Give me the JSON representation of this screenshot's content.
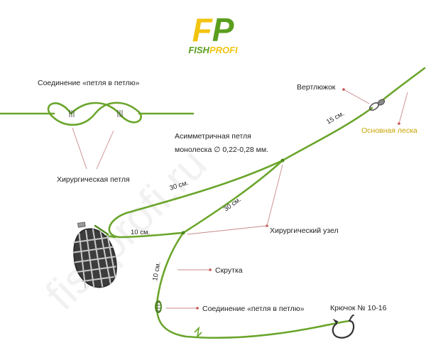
{
  "logo": {
    "letters": "FP",
    "word_left": "FISH",
    "word_right": "PROFI",
    "colors": {
      "green": "#5a9e1e",
      "yellow": "#f2c40f"
    }
  },
  "watermark": "fishprofi.ru",
  "labels": {
    "loop_connection_top": "Соединение «петля в петлю»",
    "surgical_loop": "Хирургическая петля",
    "asym_loop_line1": "Асимметричная петля",
    "asym_loop_line2": "монолеска ∅ 0,22-0,28 мм.",
    "swivel": "Вертлюжок",
    "main_line": "Основная леска",
    "surgical_knot": "Хирургический узел",
    "twist": "Скрутка",
    "loop_connection_bottom": "Соединение «петля в петлю»",
    "hook": "Крючок № 10-16"
  },
  "distances": {
    "d15": "15 см.",
    "d30a": "30 см.",
    "d30b": "30 см.",
    "d10a": "10 см.",
    "d10b": "10 см."
  },
  "colors": {
    "line": "#6aa52b",
    "label": "#222222",
    "main_line_label": "#c9a300",
    "pointer_dot": "#c94a4a"
  }
}
